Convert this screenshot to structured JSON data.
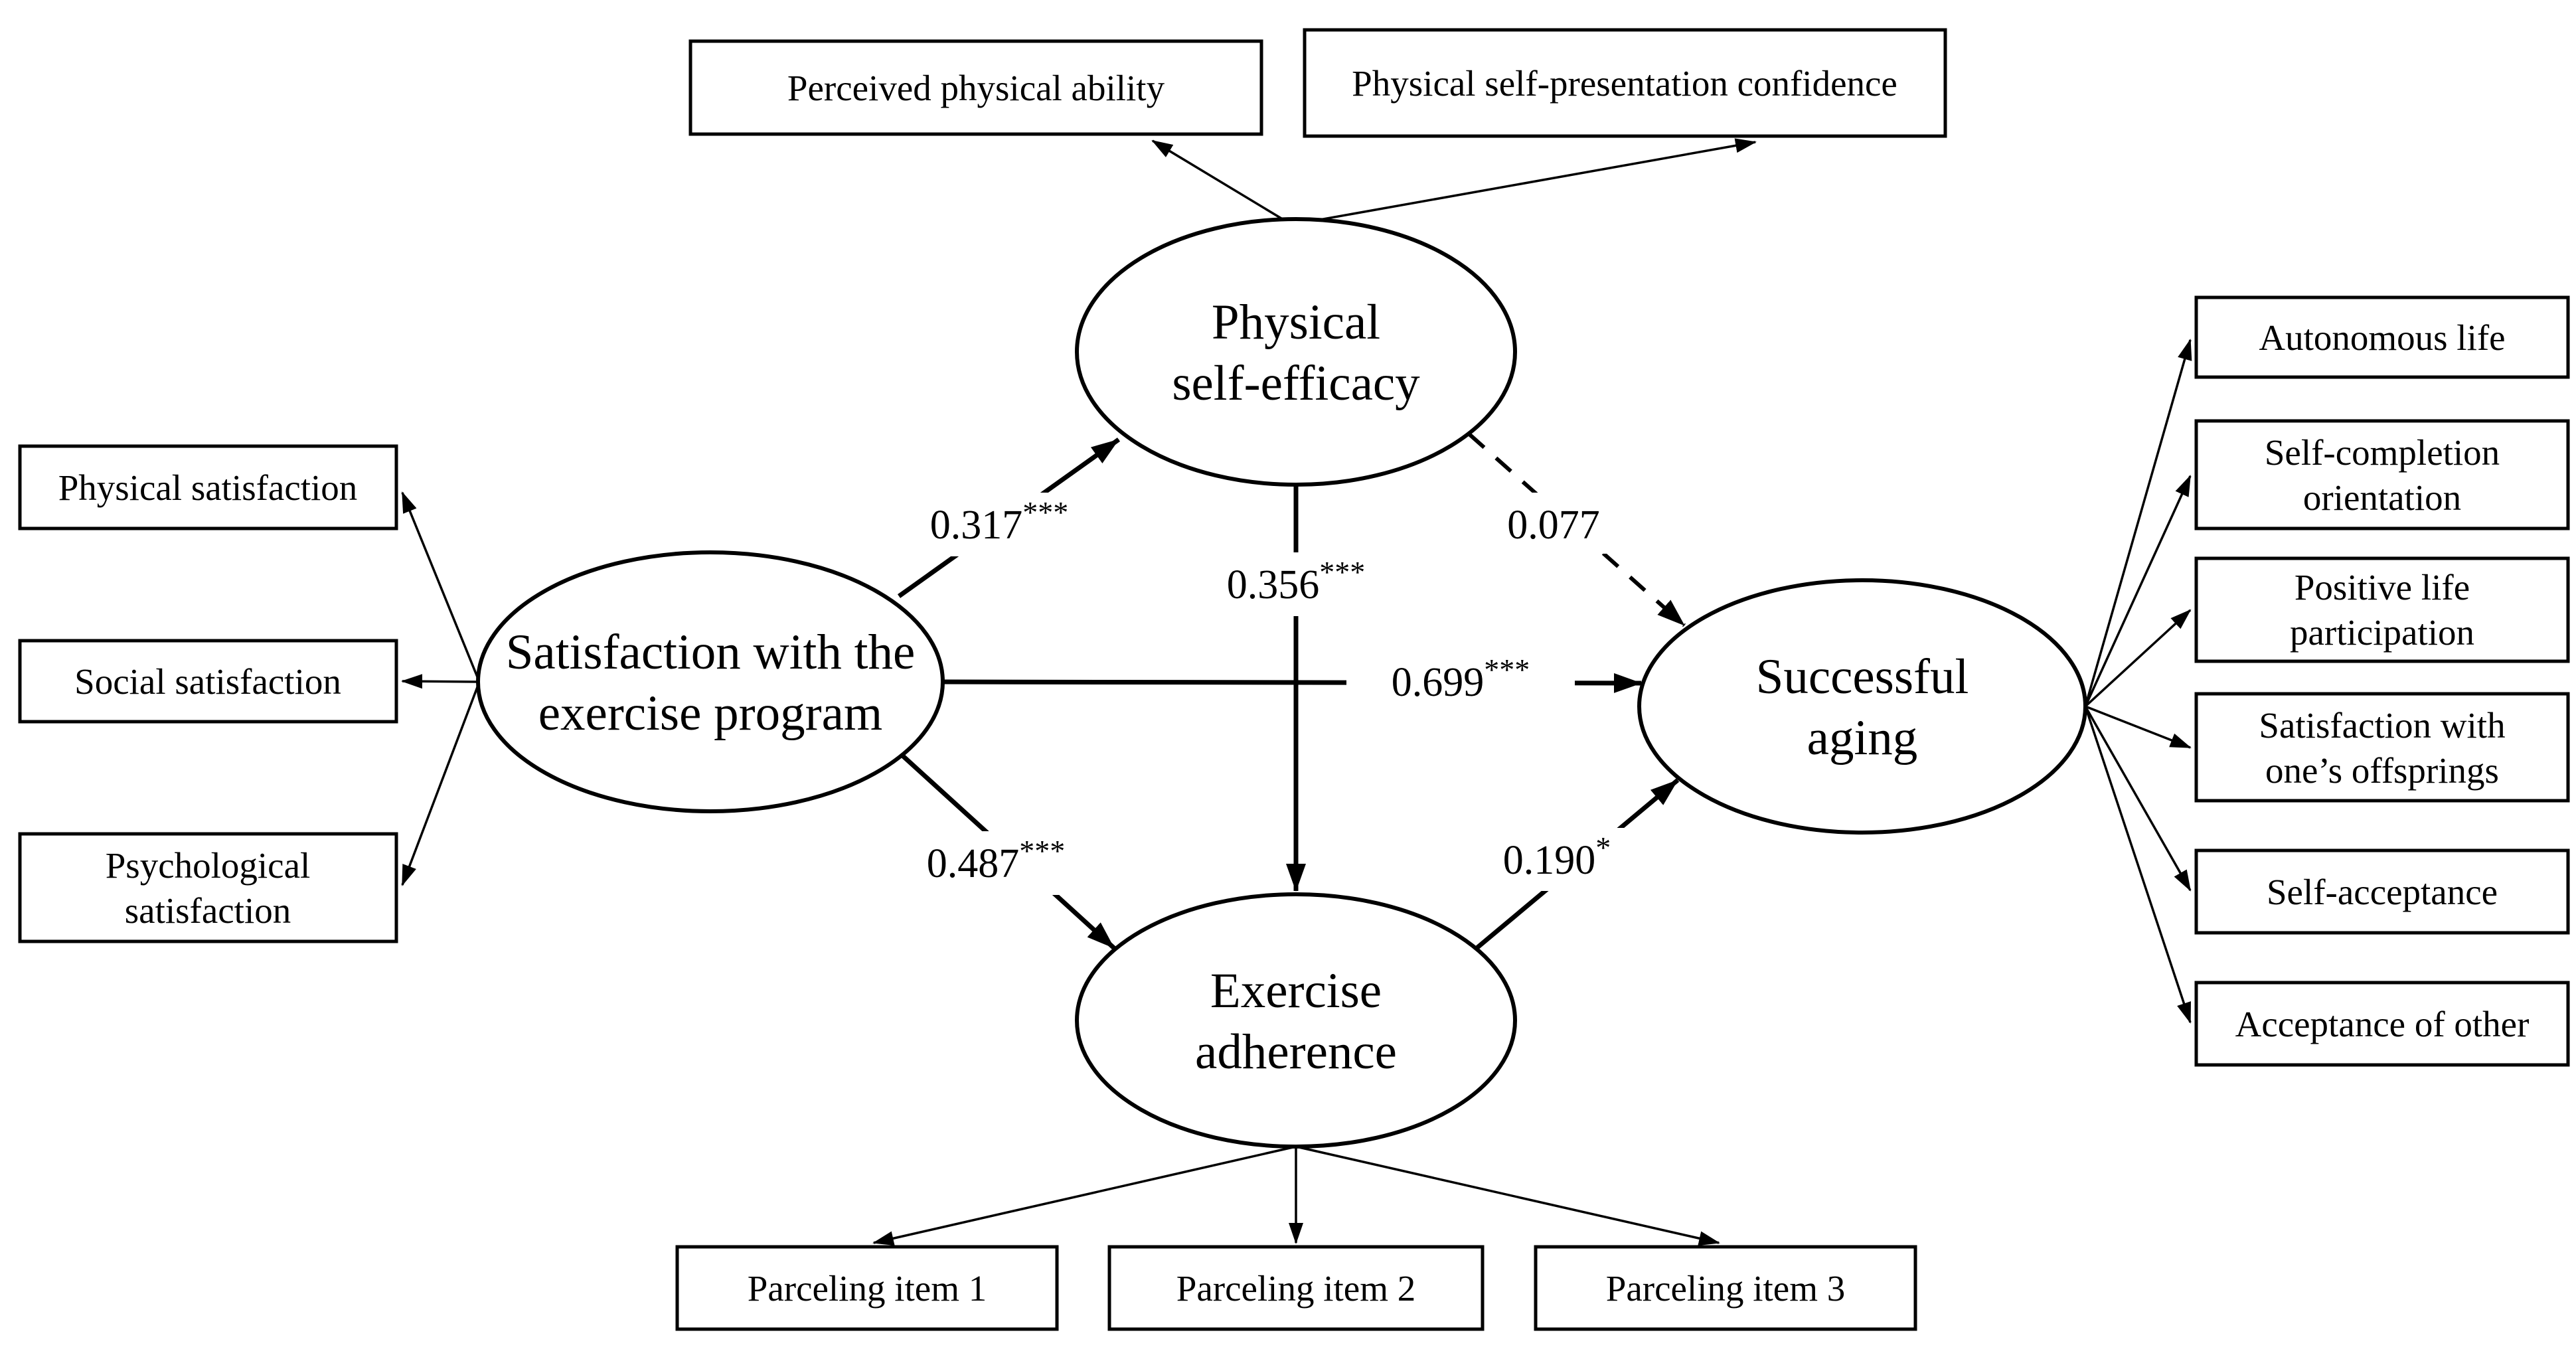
{
  "figure": {
    "type": "sem-path-diagram",
    "latent_nodes": {
      "physical_self_efficacy": {
        "line1": "Physical",
        "line2": "self-efficacy"
      },
      "satisfaction_exercise_program": {
        "line1": "Satisfaction with the",
        "line2": "exercise program"
      },
      "successful_aging": {
        "line1": "Successful",
        "line2": "aging"
      },
      "exercise_adherence": {
        "line1": "Exercise",
        "line2": "adherence"
      }
    },
    "observed_nodes": {
      "perceived_physical_ability": {
        "line1": "Perceived physical ability"
      },
      "physical_self_presentation_confidence": {
        "line1": "Physical self-presentation confidence"
      },
      "physical_satisfaction": {
        "line1": "Physical satisfaction"
      },
      "social_satisfaction": {
        "line1": "Social satisfaction"
      },
      "psychological_satisfaction": {
        "line1": "Psychological",
        "line2": "satisfaction"
      },
      "autonomous_life": {
        "line1": "Autonomous life"
      },
      "self_completion_orientation": {
        "line1": "Self-completion",
        "line2": "orientation"
      },
      "positive_life_participation": {
        "line1": "Positive life",
        "line2": "participation"
      },
      "satisfaction_with_ones_offsprings": {
        "line1": "Satisfaction with",
        "line2": "one’s offsprings"
      },
      "self_acceptance": {
        "line1": "Self-acceptance"
      },
      "acceptance_of_other": {
        "line1": "Acceptance of other"
      },
      "parceling_item_1": {
        "line1": "Parceling item 1"
      },
      "parceling_item_2": {
        "line1": "Parceling item 2"
      },
      "parceling_item_3": {
        "line1": "Parceling item 3"
      }
    },
    "path_coefficients": {
      "sat_to_pse": {
        "value": "0.317",
        "stars": "***"
      },
      "pse_to_ea": {
        "value": "0.356",
        "stars": "***"
      },
      "pse_to_sa": {
        "value": "0.077",
        "stars": ""
      },
      "sat_to_sa": {
        "value": "0.699",
        "stars": "***"
      },
      "sat_to_ea": {
        "value": "0.487",
        "stars": "***"
      },
      "ea_to_sa": {
        "value": "0.190",
        "stars": "*"
      }
    },
    "colors": {
      "stroke": "#000000",
      "background": "#ffffff"
    }
  }
}
